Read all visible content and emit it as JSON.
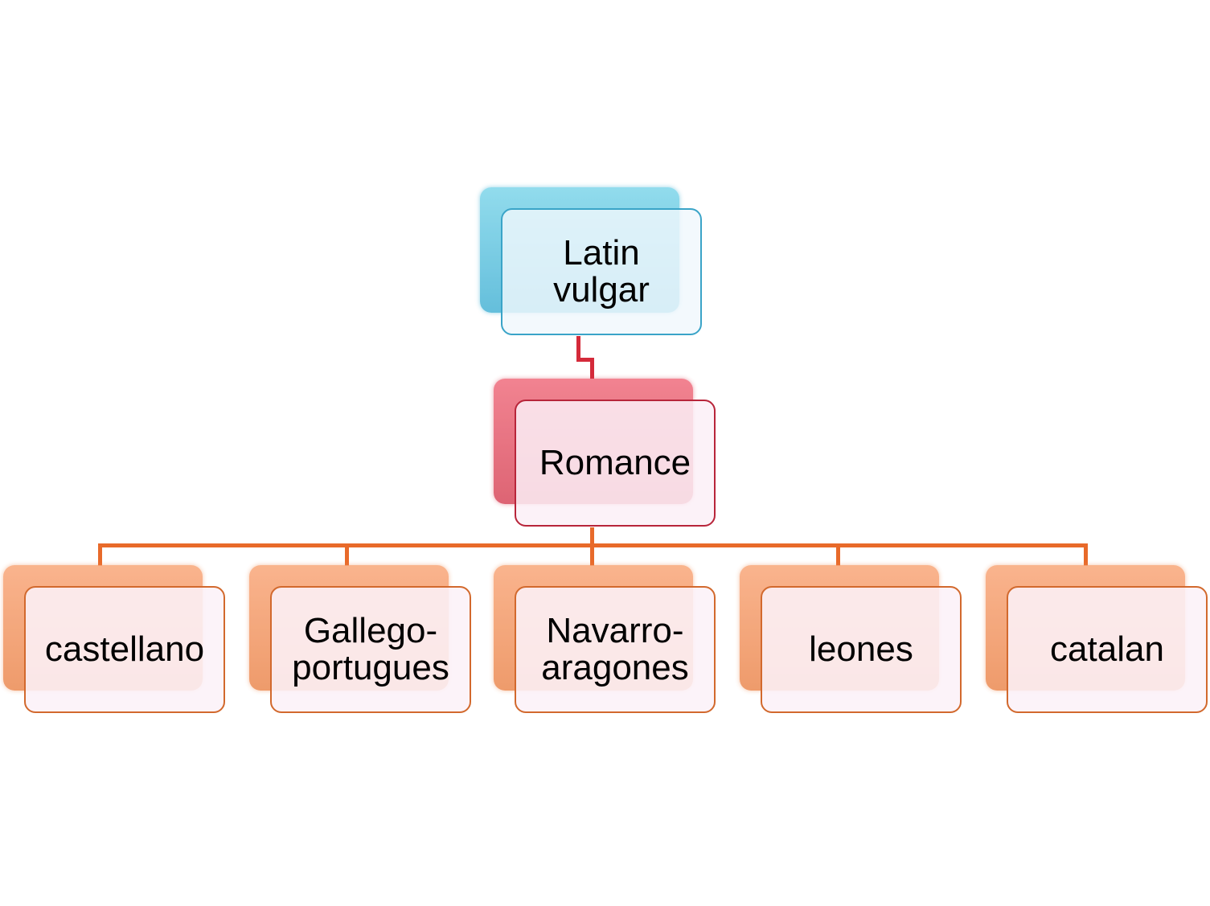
{
  "root": {
    "label": "Latin\nvulgar"
  },
  "middle": {
    "label": "Romance"
  },
  "children": [
    {
      "label": "castellano"
    },
    {
      "label": "Gallego-\nportugues"
    },
    {
      "label": "Navarro-\naragones"
    },
    {
      "label": "leones"
    },
    {
      "label": "catalan"
    }
  ],
  "colors": {
    "root_accent": "#4ab4d6",
    "middle_accent": "#d84a5c",
    "child_accent": "#ec8a52",
    "connector_top": "#d42a3a",
    "connector_children": "#e86a2a"
  }
}
